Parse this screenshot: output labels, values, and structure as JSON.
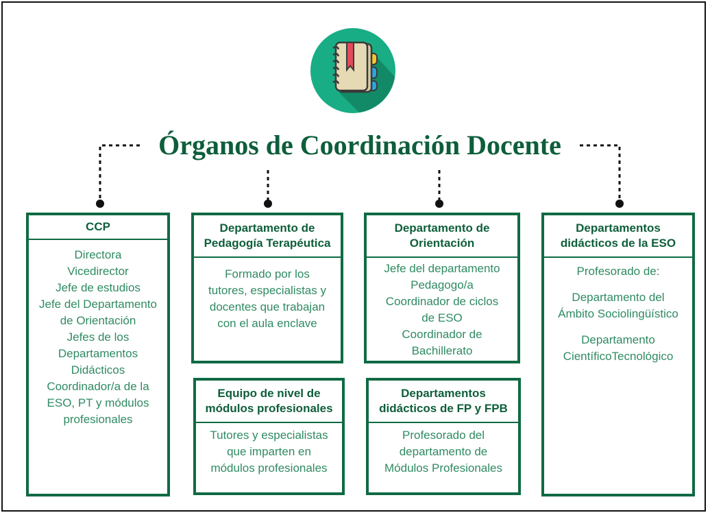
{
  "title": "Órganos de Coordinación Docente",
  "logo_icon": "notebook-icon",
  "colors": {
    "primary_dark": "#0e5e3b",
    "border": "#0f6a43",
    "text": "#2f8a62",
    "logo_circle": "#19ad85",
    "logo_shadow": "#138a67",
    "bookmark": "#e24b5a",
    "tab_yellow": "#f6c531",
    "tab_blue": "#2aa6de"
  },
  "boxes": {
    "ccp": {
      "header": [
        "CCP"
      ],
      "lines": [
        "Directora",
        "Vicedirector",
        "Jefe de estudios",
        "Jefe del Departamento",
        "de Orientación",
        "Jefes de los",
        "Departamentos",
        "Didácticos",
        "Coordinador/a de la",
        "ESO, PT y módulos",
        "profesionales"
      ]
    },
    "pedagogia": {
      "header": [
        "Departamento de",
        "Pedagogía Terapéutica"
      ],
      "lines": [
        "Formado por los",
        "tutores, especialistas y",
        "docentes que trabajan",
        "con el aula enclave"
      ]
    },
    "orientacion": {
      "header": [
        "Departamento de",
        "Orientación"
      ],
      "lines": [
        "Jefe del departamento",
        "Pedagogo/a",
        "Coordinador de ciclos",
        "de ESO",
        "Coordinador de",
        "Bachillerato"
      ]
    },
    "eso": {
      "header": [
        "Departamentos",
        "didácticos de la ESO"
      ],
      "paragraphs": [
        [
          "Profesorado de:"
        ],
        [
          "Departamento del",
          "Ámbito Sociolingüístico"
        ],
        [
          "Departamento",
          "CientíficoTecnológico"
        ]
      ]
    },
    "equipo": {
      "header": [
        "Equipo de nivel de",
        "módulos profesionales"
      ],
      "lines": [
        "Tutores y especialistas",
        "que imparten en",
        "módulos profesionales"
      ]
    },
    "fp": {
      "header": [
        "Departamentos",
        "didácticos de FP y FPB"
      ],
      "lines": [
        "Profesorado del",
        "departamento de",
        "Módulos Profesionales"
      ]
    }
  }
}
